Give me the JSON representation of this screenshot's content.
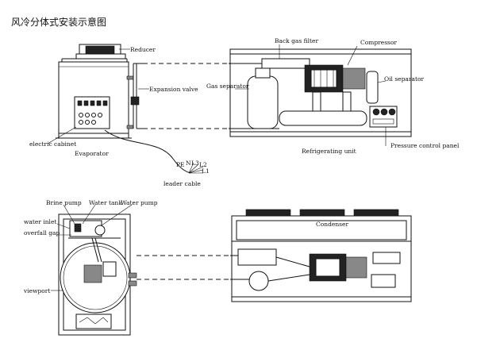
{
  "title": "风冷分体式安装示意图",
  "labels": {
    "reducer": "Reducer",
    "expansion_valve": "Expansion valve",
    "electric_cabinet": "electric cabinet",
    "evaporator": "Evaporator",
    "leader_cable": "leader cable",
    "pe": "PE",
    "n": "N",
    "l3": "L3",
    "l2": "L2",
    "l1": "L1",
    "back_gas_filter": "Back gas filter",
    "compressor": "Compressor",
    "gas_separator": "Gas separator",
    "oil_separator": "Oil separator",
    "refrigerating_unit": "Refrigerating unit",
    "pressure_control_panel": "Pressure control panel",
    "brine_pump": "Brine pump",
    "water_tank": "Water tank",
    "water_pump": "Water pump",
    "water_inlet": "water inlet",
    "overfall_gap": "overfall gap",
    "viewport": "viewport",
    "condenser": "Condenser"
  }
}
